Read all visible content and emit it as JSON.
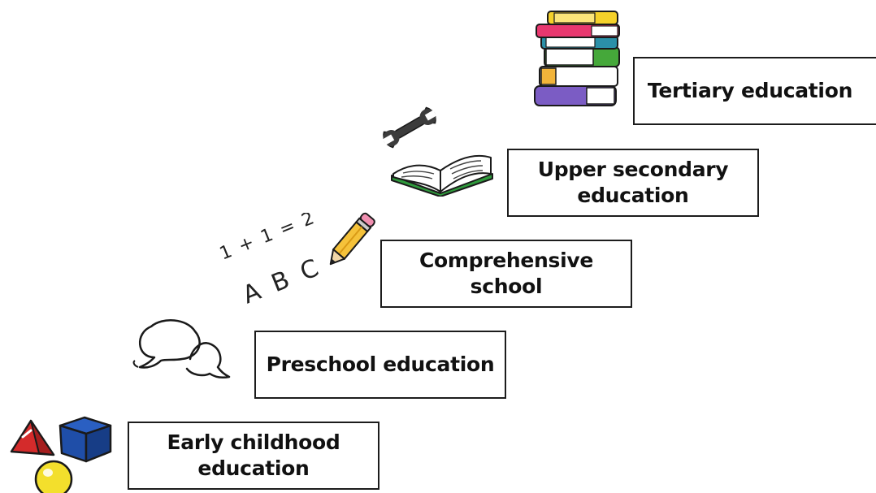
{
  "steps": [
    {
      "label_line1": "Early childhood",
      "label_line2": "education",
      "icon": "toy-blocks-icon"
    },
    {
      "label_line1": "Preschool education",
      "label_line2": "",
      "icon": "speech-bubbles-icon"
    },
    {
      "label_line1": "Comprehensive",
      "label_line2": "school",
      "icon": "pencil-abc-icon"
    },
    {
      "label_line1": "Upper secondary",
      "label_line2": "education",
      "icon": "open-book-wrench-icon"
    },
    {
      "label_line1": "Tertiary education",
      "label_line2": "",
      "icon": "book-stack-icon"
    }
  ],
  "scribble": {
    "equation": "1 + 1 = 2",
    "letters": "A B C"
  },
  "colors": {
    "border": "#1c1c1c",
    "text": "#111111",
    "cube": "#1f4ea8",
    "pyramid": "#d42b2b",
    "ball": "#f3df2c",
    "pencil": "#f5c23a",
    "book_green": "#2f9a3c"
  }
}
